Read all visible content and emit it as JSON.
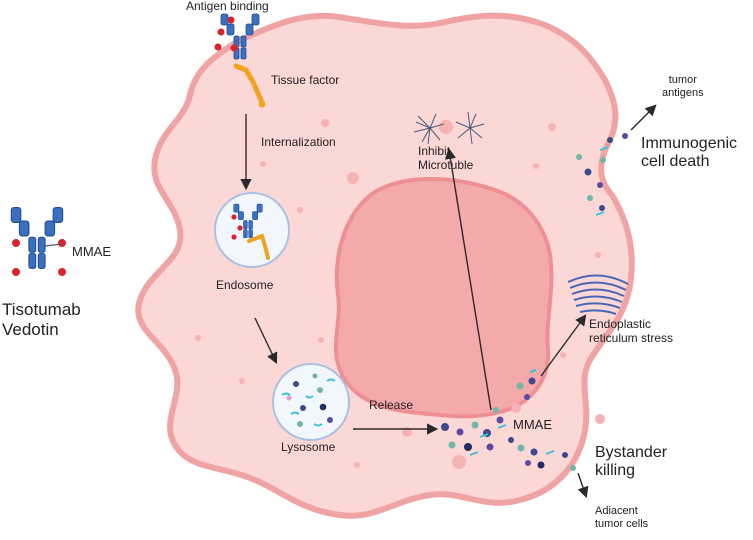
{
  "labels": {
    "antigen_binding": "Antigen binding",
    "tissue_factor": "Tissue factor",
    "internalization": "Internalization",
    "endosome": "Endosome",
    "lysosome": "Lysosome",
    "release": "Release",
    "mmae_center": "MMAE",
    "inhibit_microtubule": "Inhibit\nMicrotuble",
    "tumor_antigens": "tumor\nantigens",
    "immunogenic_cell_death": "Immunogenic\ncell death",
    "er_stress": "Endoplastic\nreticulum stress",
    "bystander_killing": "Bystander\nkilling",
    "adjacent_tumor_cells": "Adiacent\ntumor cells",
    "legend_mmae": "MMAE",
    "drug_name": "Tisotumab\nVedotin"
  },
  "colors": {
    "cell_fill": "#fbd7d6",
    "cell_outline": "#f0a3a3",
    "nucleus_fill": "#f4a9ab",
    "nucleus_outline": "#ee8f93",
    "antibody_blue": "#3b6fbf",
    "tissue_factor_orange": "#f3a21f",
    "payload_red": "#d9232b",
    "vesicle_fill": "#f2f6fd",
    "vesicle_outline": "#a9bfe3"
  }
}
